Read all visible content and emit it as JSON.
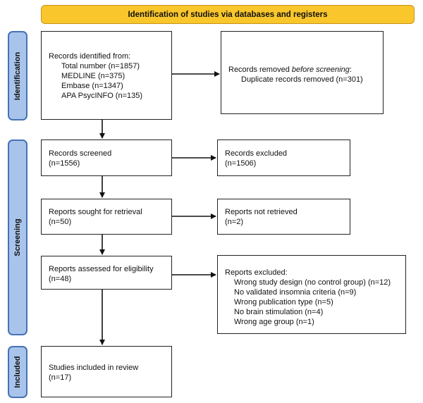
{
  "banner": "Identification of studies via databases and registers",
  "phases": {
    "identification": "Identification",
    "screening": "Screening",
    "included": "Included"
  },
  "boxes": {
    "records_identified": {
      "heading": "Records identified from:",
      "items": [
        "Total number (n=1857)",
        "MEDLINE (n=375)",
        "Embase (n=1347)",
        "APA PsycINFO (n=135)"
      ]
    },
    "records_removed": {
      "heading_prefix": "Records removed ",
      "heading_italic": "before screening",
      "heading_suffix": ":",
      "items": [
        "Duplicate records removed (n=301)"
      ]
    },
    "records_screened": {
      "lines": [
        "Records screened",
        "(n=1556)"
      ]
    },
    "records_excluded": {
      "lines": [
        "Records excluded",
        "(n=1506)"
      ]
    },
    "reports_sought": {
      "lines": [
        "Reports sought for retrieval",
        "(n=50)"
      ]
    },
    "reports_not_retrieved": {
      "lines": [
        "Reports not retrieved",
        "(n=2)"
      ]
    },
    "reports_assessed": {
      "lines": [
        "Reports assessed for eligibility",
        "(n=48)"
      ]
    },
    "reports_excluded": {
      "heading": "Reports excluded:",
      "items": [
        "Wrong study design (no control group) (n=12)",
        "No validated insomnia criteria (n=9)",
        "Wrong publication type (n=5)",
        "No brain stimulation (n=4)",
        "Wrong age group (n=1)"
      ]
    },
    "studies_included": {
      "lines": [
        "Studies included in review",
        "(n=17)"
      ]
    }
  },
  "colors": {
    "banner_fill": "#f9c62c",
    "phase_fill": "#a9c4ea",
    "phase_border": "#4572b8"
  }
}
